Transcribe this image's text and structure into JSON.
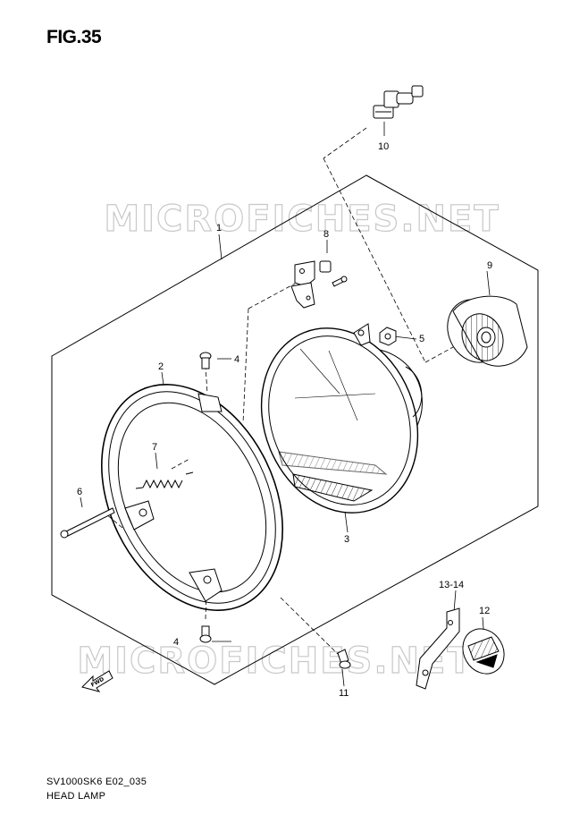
{
  "figure": {
    "title": "FIG.35"
  },
  "watermark": {
    "text": "MICROFICHES.NET"
  },
  "callouts": {
    "c1": "1",
    "c2": "2",
    "c3": "3",
    "c4a": "4",
    "c4b": "4",
    "c5": "5",
    "c6": "6",
    "c7": "7",
    "c8": "8",
    "c9": "9",
    "c10": "10",
    "c11": "11",
    "c12": "12",
    "c13": "13-14"
  },
  "direction_badge": "FWD",
  "footer": {
    "model_code": "SV1000SK6 E02_035",
    "caption": "HEAD LAMP"
  }
}
